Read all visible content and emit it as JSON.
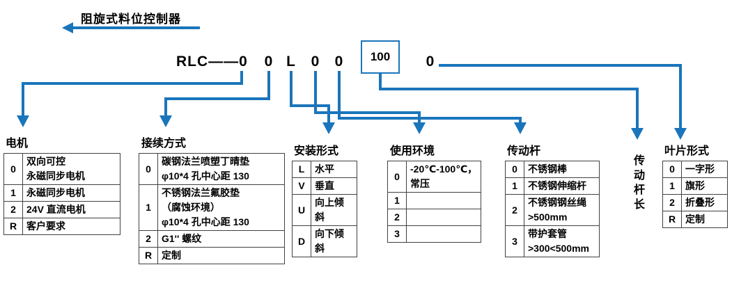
{
  "colors": {
    "accent": "#1a75bb"
  },
  "title": "阻旋式料位控制器",
  "model_code": {
    "prefix": "RLC——0",
    "segments": [
      "0",
      "L",
      "0",
      "0"
    ],
    "boxed_value": "100",
    "last_segment": "0"
  },
  "rod_length_label": "传动杆长",
  "tables": {
    "motor": {
      "header": "电机",
      "rows": [
        {
          "code": "0",
          "lines": [
            "双向可控",
            "永磁同步电机"
          ]
        },
        {
          "code": "1",
          "lines": [
            "永磁同步电机"
          ]
        },
        {
          "code": "2",
          "lines": [
            "24V 直流电机"
          ]
        },
        {
          "code": "R",
          "lines": [
            "客户要求"
          ]
        }
      ]
    },
    "connection": {
      "header": "接续方式",
      "rows": [
        {
          "code": "0",
          "lines": [
            "碳钢法兰喷塑丁晴垫",
            "φ10*4 孔中心距 130"
          ]
        },
        {
          "code": "1",
          "lines": [
            "不锈钢法兰氟胶垫",
            "（腐蚀环境）",
            "φ10*4 孔中心距 130"
          ]
        },
        {
          "code": "2",
          "lines": [
            "G1'' 螺纹"
          ]
        },
        {
          "code": "R",
          "lines": [
            "定制"
          ]
        }
      ]
    },
    "installation": {
      "header": "安装形式",
      "rows": [
        {
          "code": "L",
          "lines": [
            "水平"
          ]
        },
        {
          "code": "V",
          "lines": [
            "垂直"
          ]
        },
        {
          "code": "U",
          "lines": [
            "向上倾斜"
          ]
        },
        {
          "code": "D",
          "lines": [
            "向下倾斜"
          ]
        }
      ]
    },
    "environment": {
      "header": "使用环境",
      "rows": [
        {
          "code": "0",
          "lines": [
            "-20℃-100℃，",
            "常压"
          ]
        },
        {
          "code": "1",
          "lines": [
            ""
          ]
        },
        {
          "code": "2",
          "lines": [
            ""
          ]
        },
        {
          "code": "3",
          "lines": [
            ""
          ]
        }
      ]
    },
    "rod": {
      "header": "传动杆",
      "rows": [
        {
          "code": "0",
          "lines": [
            "不锈钢棒"
          ]
        },
        {
          "code": "1",
          "lines": [
            "不锈钢伸缩杆"
          ]
        },
        {
          "code": "2",
          "lines": [
            "不锈钢钢丝绳",
            ">500mm"
          ]
        },
        {
          "code": "3",
          "lines": [
            "带护套管",
            ">300<500mm"
          ]
        }
      ]
    },
    "blade": {
      "header": "叶片形式",
      "rows": [
        {
          "code": "0",
          "lines": [
            "一字形"
          ]
        },
        {
          "code": "1",
          "lines": [
            "旗形"
          ]
        },
        {
          "code": "2",
          "lines": [
            "折叠形"
          ]
        },
        {
          "code": "R",
          "lines": [
            "定制"
          ]
        }
      ]
    }
  }
}
